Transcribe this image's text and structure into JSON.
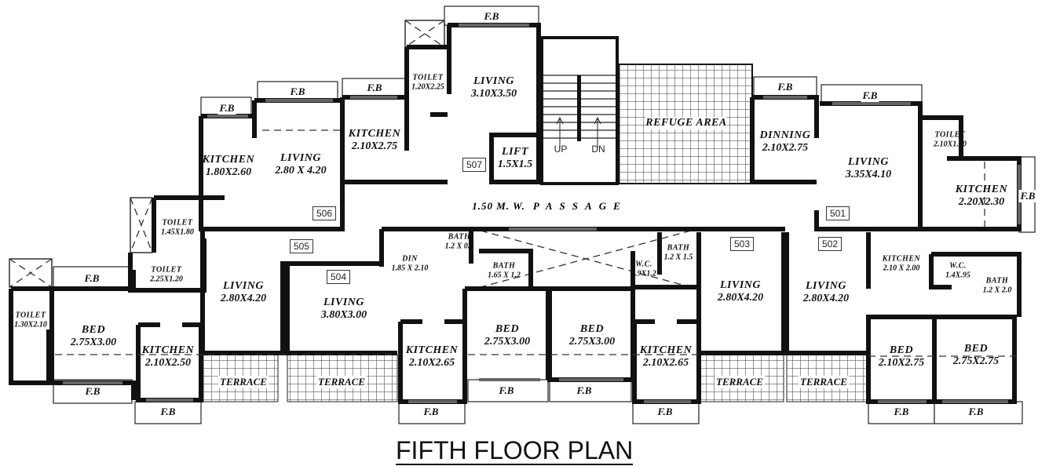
{
  "title": "FIFTH FLOOR PLAN",
  "passage": {
    "width": "1.50 M. W.",
    "label": "PASSAGE"
  },
  "stairs": {
    "up": "UP",
    "down": "DN"
  },
  "common": {
    "lift": {
      "name": "LIFT",
      "dim": "1.5X1.5"
    },
    "refuge": {
      "name": "REFUGE AREA"
    }
  },
  "fb_label": "F.B",
  "terrace_label": "TERRACE",
  "flats": [
    {
      "no": "501",
      "rooms": [
        {
          "name": "DINNING",
          "dim": "2.10X2.75"
        },
        {
          "name": "LIVING",
          "dim": "3.35X4.10"
        },
        {
          "name": "TOILET",
          "dim": "2.10X1.20"
        },
        {
          "name": "KITCHEN",
          "dim": "2.20X2.30"
        }
      ]
    },
    {
      "no": "502",
      "rooms": [
        {
          "name": "LIVING",
          "dim": "2.80X4.20"
        },
        {
          "name": "KITCHEN",
          "dim": "2.10 X 2.00"
        },
        {
          "name": "W.C.",
          "dim": "1.4X.95"
        },
        {
          "name": "BATH",
          "dim": "1.2 X 2.0"
        },
        {
          "name": "BED",
          "dim": "2.10X2.75"
        },
        {
          "name": "BED",
          "dim": "2.75X2.75"
        }
      ]
    },
    {
      "no": "503",
      "rooms": [
        {
          "name": "LIVING",
          "dim": "2.80X4.20"
        },
        {
          "name": "BATH",
          "dim": "1.2 X 1.5"
        },
        {
          "name": "W.C.",
          "dim": "0.9X1.2"
        },
        {
          "name": "BED",
          "dim": "2.75X3.00"
        },
        {
          "name": "KITCHEN",
          "dim": "2.10X2.65"
        }
      ]
    },
    {
      "no": "504",
      "rooms": [
        {
          "name": "LIVING",
          "dim": "3.80X3.00"
        },
        {
          "name": "DIN",
          "dim": "1.85 X 2.10"
        },
        {
          "name": "BATH",
          "dim": "1.2 X 0.9"
        },
        {
          "name": "BATH",
          "dim": "1.65 X 1.2"
        },
        {
          "name": "KITCHEN",
          "dim": "2.10X2.65"
        },
        {
          "name": "BED",
          "dim": "2.75X3.00"
        }
      ]
    },
    {
      "no": "505",
      "rooms": [
        {
          "name": "LIVING",
          "dim": "2.80X4.20"
        },
        {
          "name": "TOILET",
          "dim": "2.25X1.20"
        },
        {
          "name": "TOILET",
          "dim": "1.30X2.10"
        },
        {
          "name": "BED",
          "dim": "2.75X3.00"
        },
        {
          "name": "KITCHEN",
          "dim": "2.10X2.50"
        }
      ]
    },
    {
      "no": "506",
      "rooms": [
        {
          "name": "KITCHEN",
          "dim": "1.80X2.60"
        },
        {
          "name": "LIVING",
          "dim": "2.80 X 4.20"
        },
        {
          "name": "TOILET",
          "dim": "1.45X1.80"
        }
      ]
    },
    {
      "no": "507",
      "rooms": [
        {
          "name": "KITCHEN",
          "dim": "2.10X2.75"
        },
        {
          "name": "TOILET",
          "dim": "1.20X2.25"
        },
        {
          "name": "LIVING",
          "dim": "3.10X3.50"
        }
      ]
    }
  ]
}
